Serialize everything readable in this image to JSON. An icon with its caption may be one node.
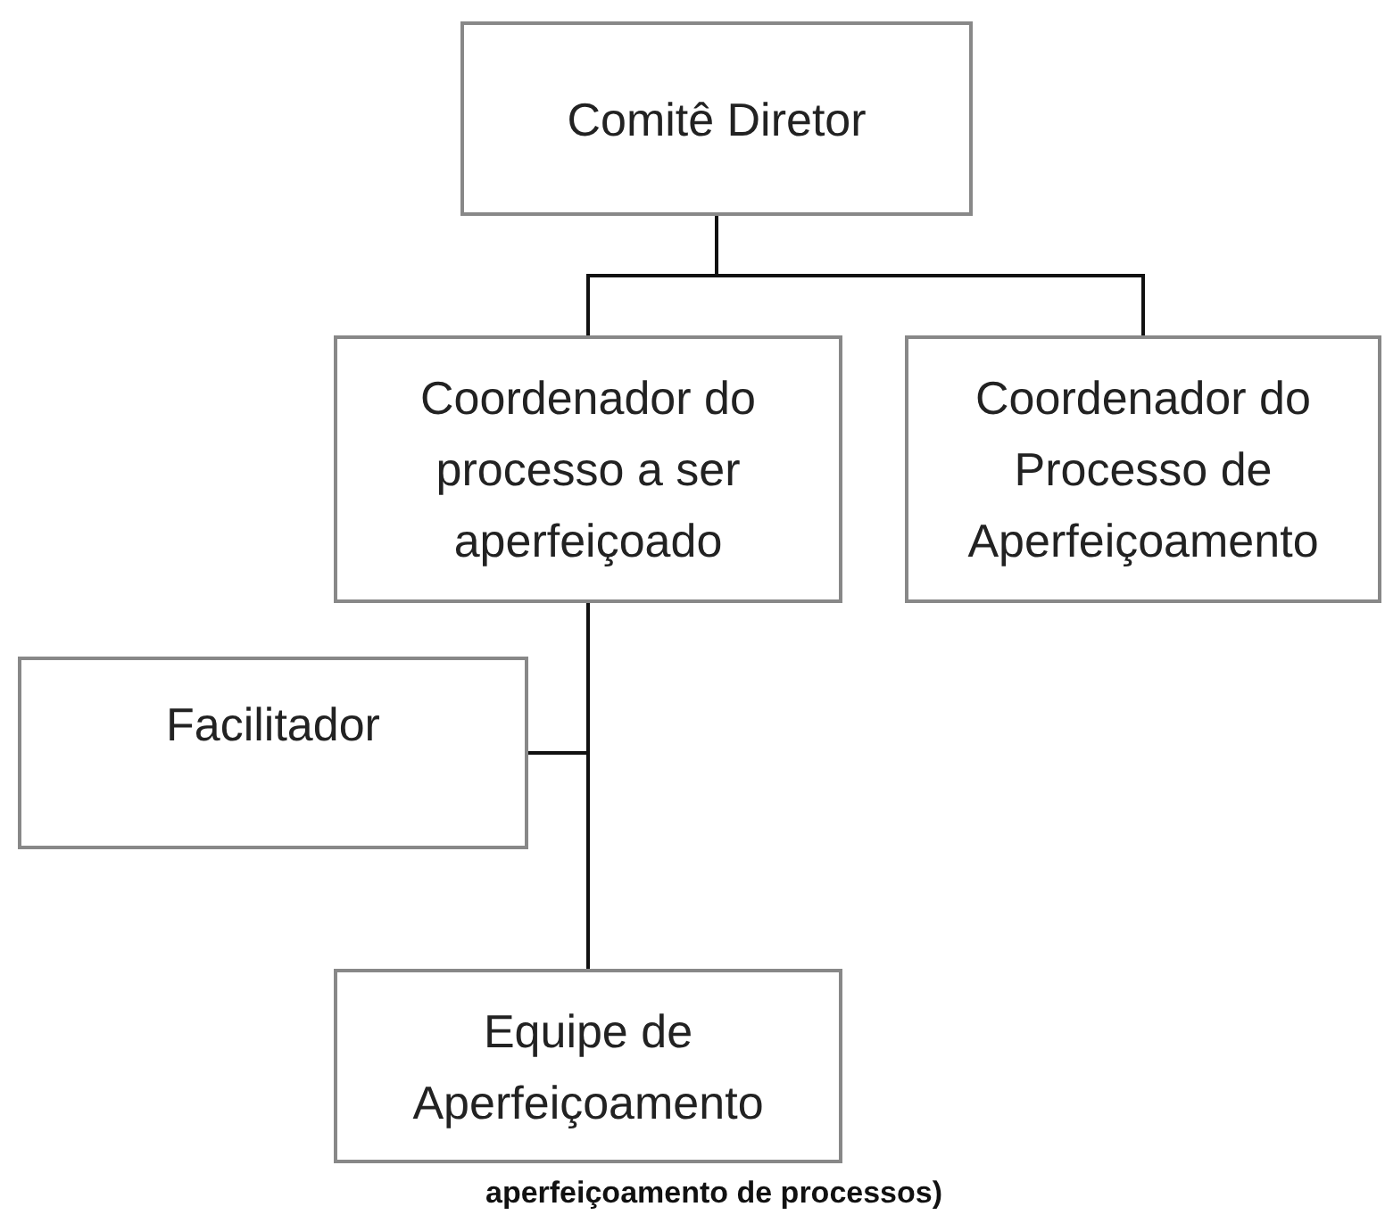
{
  "diagram": {
    "nodes": [
      {
        "text": [
          "Comitê Diretor"
        ]
      },
      {
        "text": [
          "Coordenador do processo a ser aperfeiçoado"
        ]
      },
      {
        "text": [
          "Coordenador do Processo de Aperfeiçoamento"
        ]
      },
      {
        "text": [
          "Facilitador"
        ]
      },
      {
        "text": [
          "Equipe de Aperfeiçoamento"
        ]
      }
    ],
    "edges": [
      {
        "from": 0,
        "to": 1,
        "arrow": "none"
      },
      {
        "from": 0,
        "to": 2,
        "arrow": "none"
      },
      {
        "from": 1,
        "to": 3,
        "arrow": "none"
      },
      {
        "from": 1,
        "to": 4,
        "arrow": "none"
      }
    ],
    "labels": [
      "aperfeiçoamento de processos)"
    ]
  }
}
